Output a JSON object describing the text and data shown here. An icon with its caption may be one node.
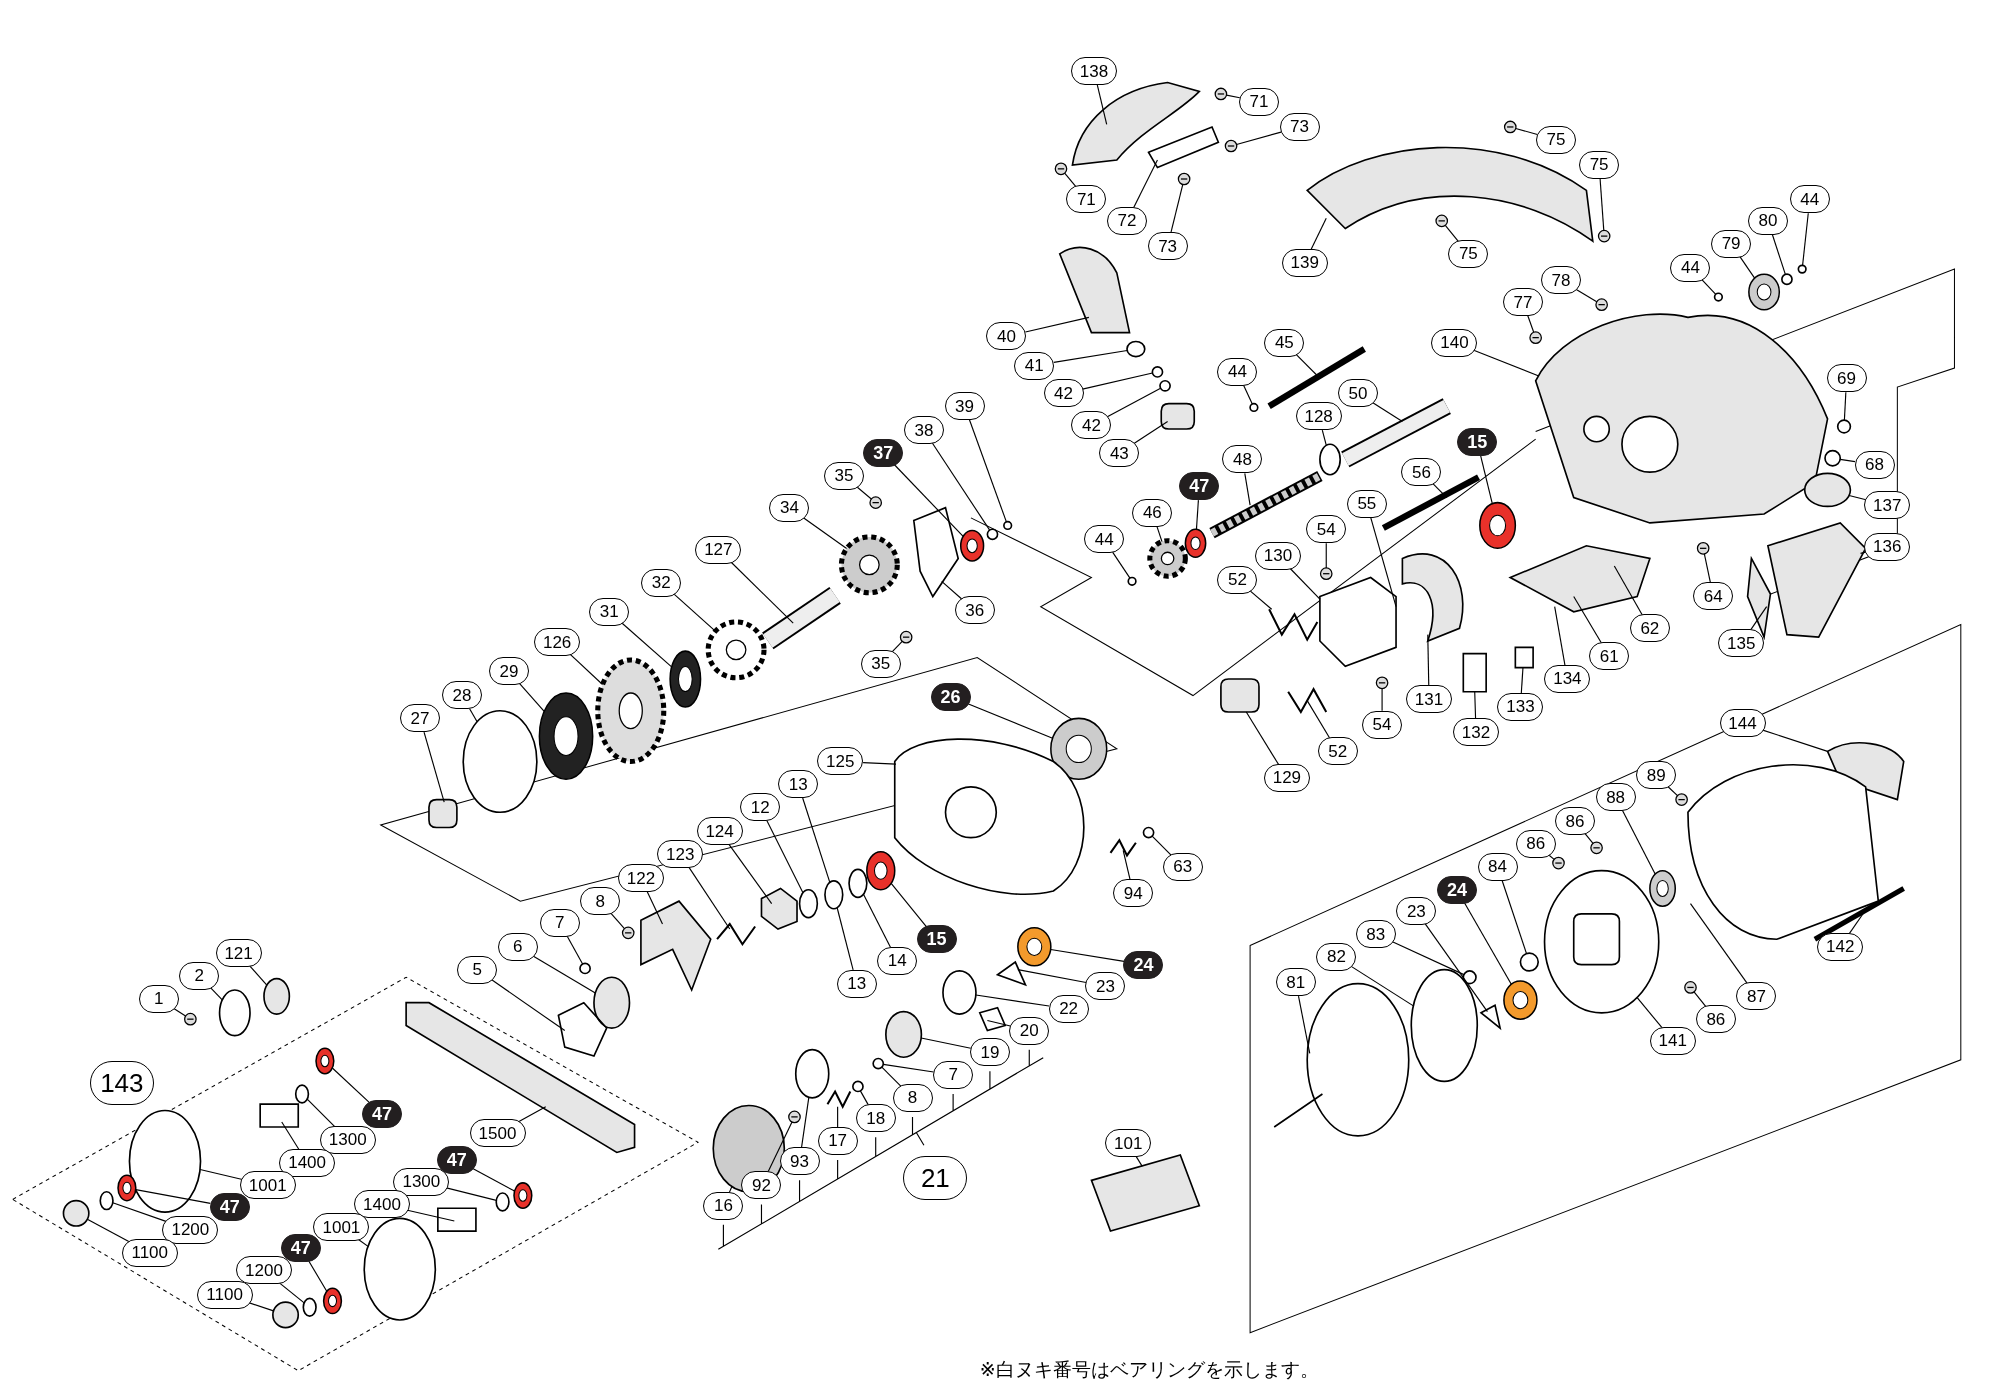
{
  "diagram": {
    "nodes": [
      {
        "text": [
          "138"
        ]
      },
      {
        "text": [
          "71"
        ]
      },
      {
        "text": [
          "73"
        ]
      },
      {
        "text": [
          "75"
        ]
      },
      {
        "text": [
          "71"
        ]
      },
      {
        "text": [
          "72"
        ]
      },
      {
        "text": [
          "73"
        ]
      },
      {
        "text": [
          "75"
        ]
      },
      {
        "text": [
          "139"
        ]
      },
      {
        "text": [
          "75"
        ]
      },
      {
        "text": [
          "40"
        ]
      },
      {
        "text": [
          "41"
        ]
      },
      {
        "text": [
          "42"
        ]
      },
      {
        "text": [
          "42"
        ]
      },
      {
        "text": [
          "43"
        ]
      },
      {
        "text": [
          "44"
        ]
      },
      {
        "text": [
          "80"
        ]
      },
      {
        "text": [
          "79"
        ]
      },
      {
        "text": [
          "44"
        ]
      },
      {
        "text": [
          "78"
        ]
      },
      {
        "text": [
          "77"
        ]
      },
      {
        "text": [
          "45"
        ]
      },
      {
        "text": [
          "44"
        ]
      },
      {
        "text": [
          "140"
        ]
      },
      {
        "text": [
          "50"
        ]
      },
      {
        "text": [
          "128"
        ]
      },
      {
        "text": [
          "15"
        ]
      },
      {
        "text": [
          "69"
        ]
      },
      {
        "text": [
          "37"
        ]
      },
      {
        "text": [
          "38"
        ]
      },
      {
        "text": [
          "39"
        ]
      },
      {
        "text": [
          "35"
        ]
      },
      {
        "text": [
          "48"
        ]
      },
      {
        "text": [
          "56"
        ]
      },
      {
        "text": [
          "68"
        ]
      },
      {
        "text": [
          "47"
        ]
      },
      {
        "text": [
          "137"
        ]
      },
      {
        "text": [
          "34"
        ]
      },
      {
        "text": [
          "46"
        ]
      },
      {
        "text": [
          "44"
        ]
      },
      {
        "text": [
          "55"
        ]
      },
      {
        "text": [
          "54"
        ]
      },
      {
        "text": [
          "130"
        ]
      },
      {
        "text": [
          "136"
        ]
      },
      {
        "text": [
          "127"
        ]
      },
      {
        "text": [
          "52"
        ]
      },
      {
        "text": [
          "32"
        ]
      },
      {
        "text": [
          "64"
        ]
      },
      {
        "text": [
          "36"
        ]
      },
      {
        "text": [
          "31"
        ]
      },
      {
        "text": [
          "62"
        ]
      },
      {
        "text": [
          "135"
        ]
      },
      {
        "text": [
          "126"
        ]
      },
      {
        "text": [
          "61"
        ]
      },
      {
        "text": [
          "35"
        ]
      },
      {
        "text": [
          "29"
        ]
      },
      {
        "text": [
          "134"
        ]
      },
      {
        "text": [
          "26"
        ]
      },
      {
        "text": [
          "131"
        ]
      },
      {
        "text": [
          "28"
        ]
      },
      {
        "text": [
          "133"
        ]
      },
      {
        "text": [
          "27"
        ]
      },
      {
        "text": [
          "54"
        ]
      },
      {
        "text": [
          "144"
        ]
      },
      {
        "text": [
          "132"
        ]
      },
      {
        "text": [
          "52"
        ]
      },
      {
        "text": [
          "125"
        ]
      },
      {
        "text": [
          "89"
        ]
      },
      {
        "text": [
          "129"
        ]
      },
      {
        "text": [
          "13"
        ]
      },
      {
        "text": [
          "88"
        ]
      },
      {
        "text": [
          "12"
        ]
      },
      {
        "text": [
          "86"
        ]
      },
      {
        "text": [
          "124"
        ]
      },
      {
        "text": [
          "86"
        ]
      },
      {
        "text": [
          "123"
        ]
      },
      {
        "text": [
          "84"
        ]
      },
      {
        "text": [
          "63"
        ]
      },
      {
        "text": [
          "122"
        ]
      },
      {
        "text": [
          "24"
        ]
      },
      {
        "text": [
          "94"
        ]
      },
      {
        "text": [
          "8"
        ]
      },
      {
        "text": [
          "23"
        ]
      },
      {
        "text": [
          "7"
        ]
      },
      {
        "text": [
          "83"
        ]
      },
      {
        "text": [
          "15"
        ]
      },
      {
        "text": [
          "142"
        ]
      },
      {
        "text": [
          "121"
        ]
      },
      {
        "text": [
          "82"
        ]
      },
      {
        "text": [
          "14"
        ]
      },
      {
        "text": [
          "24"
        ]
      },
      {
        "text": [
          "6"
        ]
      },
      {
        "text": [
          "5"
        ]
      },
      {
        "text": [
          "2"
        ]
      },
      {
        "text": [
          "81"
        ]
      },
      {
        "text": [
          "13"
        ]
      },
      {
        "text": [
          "23"
        ]
      },
      {
        "text": [
          "87"
        ]
      },
      {
        "text": [
          "1"
        ]
      },
      {
        "text": [
          "22"
        ]
      },
      {
        "text": [
          "86"
        ]
      },
      {
        "text": [
          "20"
        ]
      },
      {
        "text": [
          "141"
        ]
      },
      {
        "text": [
          "19"
        ]
      },
      {
        "text": [
          "7"
        ]
      },
      {
        "text": [
          "143"
        ]
      },
      {
        "text": [
          "8"
        ]
      },
      {
        "text": [
          "47"
        ]
      },
      {
        "text": [
          "18"
        ]
      },
      {
        "text": [
          "1500"
        ]
      },
      {
        "text": [
          "1300"
        ]
      },
      {
        "text": [
          "17"
        ]
      },
      {
        "text": [
          "101"
        ]
      },
      {
        "text": [
          "47"
        ]
      },
      {
        "text": [
          "93"
        ]
      },
      {
        "text": [
          "1400"
        ]
      },
      {
        "text": [
          "21"
        ]
      },
      {
        "text": [
          "1300"
        ]
      },
      {
        "text": [
          "1001"
        ]
      },
      {
        "text": [
          "92"
        ]
      },
      {
        "text": [
          "1400"
        ]
      },
      {
        "text": [
          "16"
        ]
      },
      {
        "text": [
          "47"
        ]
      },
      {
        "text": [
          "1001"
        ]
      },
      {
        "text": [
          "1200"
        ]
      },
      {
        "text": [
          "47"
        ]
      },
      {
        "text": [
          "1100"
        ]
      },
      {
        "text": [
          "1200"
        ]
      },
      {
        "text": [
          "1100"
        ]
      },
      {
        "text": [],
        "shape": "picture"
      },
      {
        "text": [],
        "shape": "picture"
      },
      {
        "text": [],
        "shape": "picture"
      },
      {
        "text": [],
        "shape": "picture"
      },
      {
        "text": [],
        "shape": "picture"
      },
      {
        "text": [],
        "shape": "picture"
      },
      {
        "text": [],
        "shape": "picture"
      },
      {
        "text": [],
        "shape": "picture"
      },
      {
        "text": [],
        "shape": "picture"
      },
      {
        "text": [],
        "shape": "picture"
      },
      {
        "text": [],
        "shape": "picture"
      },
      {
        "text": [],
        "shape": "circle"
      },
      {
        "text": [],
        "shape": "circle"
      },
      {
        "text": [],
        "shape": "circle"
      },
      {
        "text": [],
        "shape": "box"
      },
      {
        "text": [],
        "shape": "circle"
      },
      {
        "text": [],
        "shape": "circle"
      },
      {
        "text": [],
        "shape": "picture"
      },
      {
        "text": [],
        "shape": "circle"
      },
      {
        "text": [],
        "shape": "picture"
      },
      {
        "text": [],
        "shape": "picture"
      },
      {
        "text": [],
        "shape": "bar"
      },
      {
        "text": [],
        "shape": "circle"
      },
      {
        "text": [],
        "shape": "picture"
      },
      {
        "text": [],
        "shape": "bar"
      },
      {
        "text": [],
        "shape": "circle"
      },
      {
        "text": [],
        "shape": "picture"
      },
      {
        "text": [],
        "shape": "circle"
      },
      {
        "text": [],
        "shape": "picture"
      },
      {
        "text": [],
        "shape": "circle"
      },
      {
        "text": [],
        "shape": "circle"
      },
      {
        "text": [],
        "shape": "picture"
      },
      {
        "text": [],
        "shape": "bar"
      },
      {
        "text": [],
        "shape": "bar"
      },
      {
        "text": [],
        "shape": "circle"
      },
      {
        "text": [],
        "shape": "picture"
      },
      {
        "text": [],
        "shape": "circle"
      },
      {
        "text": [],
        "shape": "picture"
      },
      {
        "text": [],
        "shape": "picture"
      },
      {
        "text": [],
        "shape": "circle"
      },
      {
        "text": [],
        "shape": "picture"
      },
      {
        "text": [],
        "shape": "picture"
      },
      {
        "text": [],
        "shape": "picture"
      },
      {
        "text": [],
        "shape": "bar"
      },
      {
        "text": [],
        "shape": "picture"
      },
      {
        "text": [],
        "shape": "picture"
      },
      {
        "text": [],
        "shape": "picture"
      },
      {
        "text": [],
        "shape": "picture"
      },
      {
        "text": [],
        "shape": "picture"
      },
      {
        "text": [],
        "shape": "picture"
      },
      {
        "text": [],
        "shape": "picture"
      },
      {
        "text": [],
        "shape": "picture"
      },
      {
        "text": [],
        "shape": "picture"
      },
      {
        "text": [],
        "shape": "picture"
      },
      {
        "text": [],
        "shape": "picture"
      },
      {
        "text": [],
        "shape": "picture"
      },
      {
        "text": [],
        "shape": "circle"
      },
      {
        "text": [],
        "shape": "box"
      },
      {
        "text": [],
        "shape": "box"
      },
      {
        "text": [],
        "shape": "picture"
      },
      {
        "text": [],
        "shape": "picture"
      },
      {
        "text": [],
        "shape": "box"
      },
      {
        "text": [],
        "shape": "picture"
      },
      {
        "text": [],
        "shape": "picture"
      },
      {
        "text": [],
        "shape": "picture"
      },
      {
        "text": [],
        "shape": "box"
      },
      {
        "text": [],
        "shape": "circle"
      },
      {
        "text": [],
        "shape": "picture"
      },
      {
        "text": [],
        "shape": "circle"
      },
      {
        "text": [],
        "shape": "picture"
      },
      {
        "text": [],
        "shape": "picture"
      },
      {
        "text": [],
        "shape": "picture"
      },
      {
        "text": [],
        "shape": "picture"
      },
      {
        "text": [],
        "shape": "circle"
      },
      {
        "text": [],
        "shape": "circle"
      },
      {
        "text": [],
        "shape": "picture"
      },
      {
        "text": [],
        "shape": "picture"
      },
      {
        "text": [],
        "shape": "picture"
      },
      {
        "text": [],
        "shape": "picture"
      },
      {
        "text": [],
        "shape": "picture"
      },
      {
        "text": [],
        "shape": "circle"
      },
      {
        "text": [],
        "shape": "circle"
      },
      {
        "text": [],
        "shape": "picture"
      },
      {
        "text": [],
        "shape": "bar"
      },
      {
        "text": [],
        "shape": "circle"
      },
      {
        "text": [],
        "shape": "circle"
      },
      {
        "text": [],
        "shape": "circle"
      },
      {
        "text": [],
        "shape": "picture"
      },
      {
        "text": [],
        "shape": "circle"
      },
      {
        "text": [],
        "shape": "picture"
      },
      {
        "text": [],
        "shape": "circle"
      },
      {
        "text": [],
        "shape": "picture"
      },
      {
        "text": [],
        "shape": "picture"
      },
      {
        "text": [],
        "shape": "picture"
      },
      {
        "text": [],
        "shape": "picture"
      },
      {
        "text": [],
        "shape": "circle"
      },
      {
        "text": [],
        "shape": "picture"
      },
      {
        "text": [],
        "shape": "picture"
      },
      {
        "text": [],
        "shape": "picture"
      },
      {
        "text": [],
        "shape": "circle"
      },
      {
        "text": [],
        "shape": "circle"
      },
      {
        "text": [],
        "shape": "picture"
      },
      {
        "text": [],
        "shape": "circle"
      },
      {
        "text": [],
        "shape": "picture"
      },
      {
        "text": [],
        "shape": "circle"
      },
      {
        "text": [],
        "shape": "picture"
      },
      {
        "text": [],
        "shape": "picture"
      },
      {
        "text": [],
        "shape": "picture"
      },
      {
        "text": [],
        "shape": "circle"
      },
      {
        "text": [],
        "shape": "box"
      },
      {
        "text": [],
        "shape": "circle"
      },
      {
        "text": [],
        "shape": "circle"
      },
      {
        "text": [],
        "shape": "picture"
      },
      {
        "text": [],
        "shape": "box"
      },
      {
        "text": [],
        "shape": "circle"
      },
      {
        "text": [],
        "shape": "picture"
      },
      {
        "text": [],
        "shape": "circle"
      },
      {
        "text": [],
        "shape": "circle"
      },
      {
        "text": [],
        "shape": "picture"
      },
      {
        "text": [],
        "shape": "circle"
      },
      {
        "text": [],
        "shape": "circle"
      },
      {
        "text": [],
        "shape": "circle"
      }
    ],
    "edges": [
      {
        "from": 0,
        "to": 129,
        "arrow": "none"
      },
      {
        "from": 1,
        "to": 130,
        "arrow": "none"
      },
      {
        "from": 2,
        "to": 131,
        "arrow": "none"
      },
      {
        "from": 3,
        "to": 132,
        "arrow": "none"
      },
      {
        "from": 4,
        "to": 133,
        "arrow": "none"
      },
      {
        "from": 5,
        "to": 134,
        "arrow": "none"
      },
      {
        "from": 6,
        "to": 135,
        "arrow": "none"
      },
      {
        "from": 7,
        "to": 136,
        "arrow": "none"
      },
      {
        "from": 8,
        "to": 137,
        "arrow": "none"
      },
      {
        "from": 9,
        "to": 138,
        "arrow": "none"
      },
      {
        "from": 10,
        "to": 139,
        "arrow": "none"
      },
      {
        "from": 11,
        "to": 140,
        "arrow": "none"
      },
      {
        "from": 12,
        "to": 141,
        "arrow": "none"
      },
      {
        "from": 13,
        "to": 142,
        "arrow": "none"
      },
      {
        "from": 14,
        "to": 143,
        "arrow": "none"
      },
      {
        "from": 15,
        "to": 144,
        "arrow": "none"
      },
      {
        "from": 16,
        "to": 145,
        "arrow": "none"
      },
      {
        "from": 17,
        "to": 146,
        "arrow": "none"
      },
      {
        "from": 18,
        "to": 147,
        "arrow": "none"
      },
      {
        "from": 19,
        "to": 148,
        "arrow": "none"
      },
      {
        "from": 20,
        "to": 149,
        "arrow": "none"
      },
      {
        "from": 21,
        "to": 150,
        "arrow": "none"
      },
      {
        "from": 22,
        "to": 151,
        "arrow": "none"
      },
      {
        "from": 23,
        "to": 152,
        "arrow": "none"
      },
      {
        "from": 24,
        "to": 153,
        "arrow": "none"
      },
      {
        "from": 25,
        "to": 154,
        "arrow": "none"
      },
      {
        "from": 26,
        "to": 155,
        "arrow": "none"
      },
      {
        "from": 27,
        "to": 156,
        "arrow": "none"
      },
      {
        "from": 28,
        "to": 157,
        "arrow": "none"
      },
      {
        "from": 29,
        "to": 158,
        "arrow": "none"
      },
      {
        "from": 30,
        "to": 159,
        "arrow": "none"
      },
      {
        "from": 31,
        "to": 160,
        "arrow": "none"
      },
      {
        "from": 32,
        "to": 161,
        "arrow": "none"
      },
      {
        "from": 33,
        "to": 162,
        "arrow": "none"
      },
      {
        "from": 34,
        "to": 163,
        "arrow": "none"
      },
      {
        "from": 35,
        "to": 164,
        "arrow": "none"
      },
      {
        "from": 36,
        "to": 165,
        "arrow": "none"
      },
      {
        "from": 37,
        "to": 166,
        "arrow": "none"
      },
      {
        "from": 38,
        "to": 167,
        "arrow": "none"
      },
      {
        "from": 39,
        "to": 168,
        "arrow": "none"
      },
      {
        "from": 40,
        "to": 169,
        "arrow": "none"
      },
      {
        "from": 41,
        "to": 170,
        "arrow": "none"
      },
      {
        "from": 42,
        "to": 169,
        "arrow": "none"
      },
      {
        "from": 43,
        "to": 171,
        "arrow": "none"
      },
      {
        "from": 44,
        "to": 172,
        "arrow": "none"
      },
      {
        "from": 45,
        "to": 173,
        "arrow": "none"
      },
      {
        "from": 46,
        "to": 174,
        "arrow": "none"
      },
      {
        "from": 47,
        "to": 175,
        "arrow": "none"
      },
      {
        "from": 48,
        "to": 176,
        "arrow": "none"
      },
      {
        "from": 49,
        "to": 177,
        "arrow": "none"
      },
      {
        "from": 50,
        "to": 178,
        "arrow": "none"
      },
      {
        "from": 51,
        "to": 179,
        "arrow": "none"
      },
      {
        "from": 52,
        "to": 180,
        "arrow": "none"
      },
      {
        "from": 53,
        "to": 178,
        "arrow": "none"
      },
      {
        "from": 54,
        "to": 181,
        "arrow": "none"
      },
      {
        "from": 55,
        "to": 182,
        "arrow": "none"
      },
      {
        "from": 56,
        "to": 178,
        "arrow": "none"
      },
      {
        "from": 57,
        "to": 183,
        "arrow": "none"
      },
      {
        "from": 58,
        "to": 184,
        "arrow": "none"
      },
      {
        "from": 59,
        "to": 185,
        "arrow": "none"
      },
      {
        "from": 60,
        "to": 186,
        "arrow": "none"
      },
      {
        "from": 61,
        "to": 187,
        "arrow": "none"
      },
      {
        "from": 62,
        "to": 188,
        "arrow": "none"
      },
      {
        "from": 63,
        "to": 189,
        "arrow": "none"
      },
      {
        "from": 64,
        "to": 190,
        "arrow": "none"
      },
      {
        "from": 65,
        "to": 191,
        "arrow": "none"
      },
      {
        "from": 66,
        "to": 192,
        "arrow": "none"
      },
      {
        "from": 67,
        "to": 193,
        "arrow": "none"
      },
      {
        "from": 68,
        "to": 194,
        "arrow": "none"
      },
      {
        "from": 69,
        "to": 195,
        "arrow": "none"
      },
      {
        "from": 70,
        "to": 196,
        "arrow": "none"
      },
      {
        "from": 71,
        "to": 197,
        "arrow": "none"
      },
      {
        "from": 72,
        "to": 198,
        "arrow": "none"
      },
      {
        "from": 73,
        "to": 199,
        "arrow": "none"
      },
      {
        "from": 74,
        "to": 200,
        "arrow": "none"
      },
      {
        "from": 75,
        "to": 201,
        "arrow": "none"
      },
      {
        "from": 76,
        "to": 202,
        "arrow": "none"
      },
      {
        "from": 77,
        "to": 203,
        "arrow": "none"
      },
      {
        "from": 78,
        "to": 204,
        "arrow": "none"
      },
      {
        "from": 79,
        "to": 205,
        "arrow": "none"
      },
      {
        "from": 80,
        "to": 206,
        "arrow": "none"
      },
      {
        "from": 81,
        "to": 207,
        "arrow": "none"
      },
      {
        "from": 82,
        "to": 208,
        "arrow": "none"
      },
      {
        "from": 83,
        "to": 209,
        "arrow": "none"
      },
      {
        "from": 84,
        "to": 210,
        "arrow": "none"
      },
      {
        "from": 85,
        "to": 211,
        "arrow": "none"
      },
      {
        "from": 86,
        "to": 212,
        "arrow": "none"
      },
      {
        "from": 87,
        "to": 213,
        "arrow": "none"
      },
      {
        "from": 88,
        "to": 214,
        "arrow": "none"
      },
      {
        "from": 89,
        "to": 215,
        "arrow": "none"
      },
      {
        "from": 90,
        "to": 216,
        "arrow": "none"
      },
      {
        "from": 91,
        "to": 217,
        "arrow": "none"
      },
      {
        "from": 92,
        "to": 218,
        "arrow": "none"
      },
      {
        "from": 93,
        "to": 219,
        "arrow": "none"
      },
      {
        "from": 94,
        "to": 220,
        "arrow": "none"
      },
      {
        "from": 95,
        "to": 195,
        "arrow": "none"
      },
      {
        "from": 96,
        "to": 221,
        "arrow": "none"
      },
      {
        "from": 97,
        "to": 222,
        "arrow": "none"
      },
      {
        "from": 98,
        "to": 223,
        "arrow": "none"
      },
      {
        "from": 99,
        "to": 224,
        "arrow": "none"
      },
      {
        "from": 100,
        "to": 225,
        "arrow": "none"
      },
      {
        "from": 101,
        "to": 226,
        "arrow": "none"
      },
      {
        "from": 102,
        "to": 227,
        "arrow": "none"
      },
      {
        "from": 103,
        "to": 228,
        "arrow": "none"
      },
      {
        "from": 104,
        "to": 229,
        "arrow": "none"
      },
      {
        "from": 106,
        "to": 229,
        "arrow": "none"
      },
      {
        "from": 107,
        "to": 230,
        "arrow": "none"
      },
      {
        "from": 108,
        "to": 231,
        "arrow": "none"
      },
      {
        "from": 109,
        "to": 232,
        "arrow": "none"
      },
      {
        "from": 110,
        "to": 233,
        "arrow": "none"
      },
      {
        "from": 111,
        "to": 234,
        "arrow": "none"
      },
      {
        "from": 112,
        "to": 235,
        "arrow": "none"
      },
      {
        "from": 113,
        "to": 236,
        "arrow": "none"
      },
      {
        "from": 114,
        "to": 237,
        "arrow": "none"
      },
      {
        "from": 115,
        "to": 238,
        "arrow": "none"
      },
      {
        "from": 117,
        "to": 239,
        "arrow": "none"
      },
      {
        "from": 118,
        "to": 240,
        "arrow": "none"
      },
      {
        "from": 119,
        "to": 241,
        "arrow": "none"
      },
      {
        "from": 120,
        "to": 242,
        "arrow": "none"
      },
      {
        "from": 121,
        "to": 243,
        "arrow": "none"
      },
      {
        "from": 122,
        "to": 244,
        "arrow": "none"
      },
      {
        "from": 123,
        "to": 245,
        "arrow": "none"
      },
      {
        "from": 124,
        "to": 246,
        "arrow": "none"
      },
      {
        "from": 125,
        "to": 247,
        "arrow": "none"
      },
      {
        "from": 126,
        "to": 248,
        "arrow": "none"
      },
      {
        "from": 127,
        "to": 249,
        "arrow": "none"
      },
      {
        "from": 128,
        "to": 250,
        "arrow": "none"
      }
    ],
    "labels": [
      "※白ヌキ番号はベアリングを示します。"
    ]
  }
}
